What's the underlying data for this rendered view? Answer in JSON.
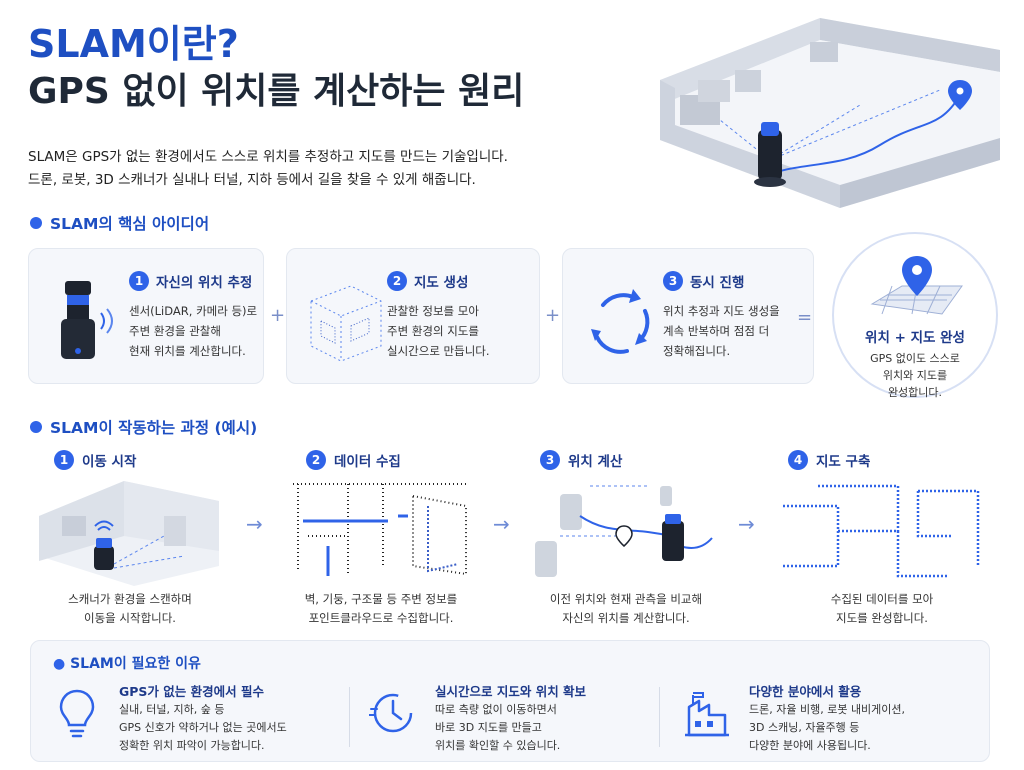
{
  "header": {
    "title_line1": "SLAM이란?",
    "title_line2": "GPS 없이 위치를 계산하는 원리",
    "intro_line1": "SLAM은 GPS가 없는 환경에서도 스스로 위치를 추정하고 지도를 만드는 기술입니다.",
    "intro_line2": "드론, 로봇, 3D 스캐너가 실내나 터널, 지하 등에서 길을 찾을 수 있게 해줍니다."
  },
  "core": {
    "heading": "SLAM의 핵심 아이디어",
    "cards": [
      {
        "num": "1",
        "title": "자신의 위치 추정",
        "lines": [
          "센서(LiDAR, 카메라 등)로",
          "주변 환경을 관찰해",
          "현재 위치를 계산합니다."
        ]
      },
      {
        "num": "2",
        "title": "지도 생성",
        "lines": [
          "관찰한 정보를 모아",
          "주변 환경의 지도를",
          "실시간으로 만듭니다."
        ]
      },
      {
        "num": "3",
        "title": "동시 진행",
        "lines": [
          "위치 추정과 지도 생성을",
          "계속 반복하며 점점 더",
          "정확해집니다."
        ]
      }
    ],
    "op_plus": "+",
    "op_equals": "=",
    "result": {
      "title": "위치 + 지도 완성",
      "lines": [
        "GPS 없이도 스스로",
        "위치와 지도를",
        "완성합니다."
      ]
    }
  },
  "process": {
    "heading": "SLAM이 작동하는 과정 (예시)",
    "arrow": "→",
    "steps": [
      {
        "num": "1",
        "title": "이동 시작",
        "lines": [
          "스캐너가 환경을 스캔하며",
          "이동을 시작합니다."
        ]
      },
      {
        "num": "2",
        "title": "데이터 수집",
        "lines": [
          "벽, 기둥, 구조물 등 주변 정보를",
          "포인트클라우드로 수집합니다."
        ]
      },
      {
        "num": "3",
        "title": "위치 계산",
        "lines": [
          "이전 위치와 현재 관측을 비교해",
          "자신의 위치를 계산합니다."
        ]
      },
      {
        "num": "4",
        "title": "지도 구축",
        "lines": [
          "수집된 데이터를 모아",
          "지도를 완성합니다."
        ]
      }
    ]
  },
  "why": {
    "title": "SLAM이 필요한 이유",
    "items": [
      {
        "title": "GPS가 없는 환경에서 필수",
        "lines": [
          "실내, 터널, 지하, 숲 등",
          "GPS 신호가 약하거나 없는 곳에서도",
          "정확한 위치 파악이 가능합니다."
        ],
        "icon": "lightbulb-icon"
      },
      {
        "title": "실시간으로 지도와 위치 확보",
        "lines": [
          "따로 측량 없이 이동하면서",
          "바로 3D 지도를 만들고",
          "위치를 확인할 수 있습니다."
        ],
        "icon": "clock-icon"
      },
      {
        "title": "다양한 분야에서 활용",
        "lines": [
          "드론, 자율 비행, 로봇 내비게이션,",
          "3D 스캐닝, 자율주행 등",
          "다양한 분야에 사용됩니다."
        ],
        "icon": "factory-icon"
      }
    ]
  },
  "colors": {
    "accent": "#2f63e8",
    "heading": "#1e4fc2",
    "dark_blue": "#1e3a8a",
    "card_bg": "#f5f7fb"
  }
}
